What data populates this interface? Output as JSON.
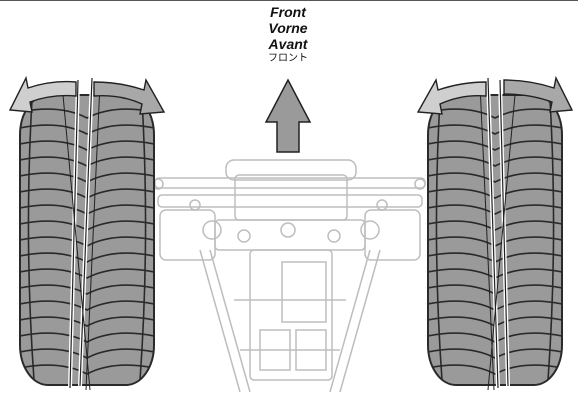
{
  "labels": {
    "front_en": "Front",
    "front_de": "Vorne",
    "front_fr": "Avant",
    "front_jp": "フロント"
  },
  "colors": {
    "tire_fill": "#9a9a9a",
    "tire_dark": "#2a2a2a",
    "arrow_fill": "#9a9a9a",
    "camber_left_arrow": "#cfcfcf",
    "camber_right_arrow": "#a8a8a8",
    "chassis_line": "#bdbdbd"
  },
  "icons": {
    "front_arrow": "up-arrow-icon",
    "camber_arrow": "curved-arrow-icon"
  }
}
